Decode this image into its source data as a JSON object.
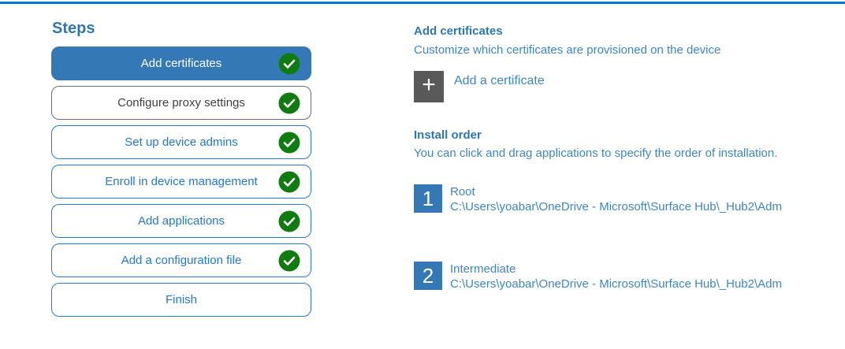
{
  "colors": {
    "top_line_blue": "#0078d7",
    "selected_fill_blue": "#3478b5",
    "step_border_blue": "#2479d0",
    "step_text_blue": "#2178d4",
    "panel_heading_blue": "#2e77b5",
    "body_text_blue": "#3e85c6",
    "check_green": "#107c10",
    "plus_box_gray": "#595959",
    "visited_border_gray": "#6e6e6e",
    "visited_text_gray": "#3f3f3f"
  },
  "icons": {
    "plus": "+",
    "check": "✓"
  },
  "steps_panel": {
    "title": "Steps",
    "items": [
      {
        "label": "Add certificates",
        "state": "selected",
        "checked": true
      },
      {
        "label": "Configure proxy settings",
        "state": "visited",
        "checked": true
      },
      {
        "label": "Set up device admins",
        "state": "normal",
        "checked": true
      },
      {
        "label": "Enroll in device management",
        "state": "normal",
        "checked": true
      },
      {
        "label": "Add applications",
        "state": "normal",
        "checked": true
      },
      {
        "label": "Add a configuration file",
        "state": "normal",
        "checked": true
      },
      {
        "label": "Finish",
        "state": "normal",
        "checked": false
      }
    ]
  },
  "main": {
    "section_title": "Add certificates",
    "section_subtitle": "Customize which certificates are provisioned on the device",
    "add_certificate_label": "Add a certificate",
    "install_order": {
      "title": "Install order",
      "subtitle": "You can click and drag applications to specify the order of installation.",
      "items": [
        {
          "number": "1",
          "name": "Root",
          "path": "C:\\Users\\yoabar\\OneDrive - Microsoft\\Surface Hub\\_Hub2\\Adm"
        },
        {
          "number": "2",
          "name": "Intermediate",
          "path": "C:\\Users\\yoabar\\OneDrive - Microsoft\\Surface Hub\\_Hub2\\Adm"
        }
      ]
    }
  }
}
